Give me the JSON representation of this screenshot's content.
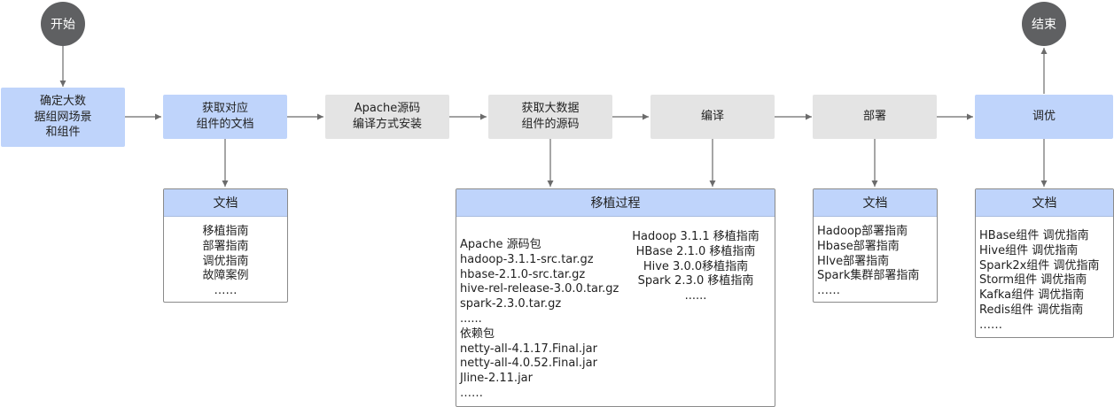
{
  "start": "开始",
  "end": "结束",
  "steps": {
    "determine": "确定大数\n据组网场景\n和组件",
    "get_docs": "获取对应\n组件的文档",
    "apache_compile": "Apache源码\n编译方式安装",
    "get_source": "获取大数据\n组件的源码",
    "compile": "编译",
    "deploy": "部署",
    "tune": "调优"
  },
  "docs_panel": {
    "title": "文档",
    "items": [
      "移植指南",
      "部署指南",
      "调优指南",
      "故障案例",
      "……"
    ]
  },
  "porting_panel": {
    "title": "移植过程",
    "left": [
      "Apache 源码包",
      "hadoop-3.1.1-src.tar.gz",
      "hbase-2.1.0-src.tar.gz",
      "hive-rel-release-3.0.0.tar.gz",
      "spark-2.3.0.tar.gz",
      "......",
      "依赖包",
      "netty-all-4.1.17.Final.jar",
      "netty-all-4.0.52.Final.jar",
      "Jline-2.11.jar",
      "……"
    ],
    "right": [
      "Hadoop 3.1.1 移植指南",
      "HBase 2.1.0 移植指南",
      "Hive 3.0.0移植指南",
      "Spark 2.3.0 移植指南",
      "......"
    ]
  },
  "deploy_panel": {
    "title": "文档",
    "items": [
      "Hadoop部署指南",
      "Hbase部署指南",
      "Hlve部署指南",
      "Spark集群部署指南",
      "……"
    ]
  },
  "tune_panel": {
    "title": "文档",
    "items": [
      "HBase组件 调优指南",
      "Hive组件 调优指南",
      "Spark2x组件 调优指南",
      "Storm组件 调优指南",
      "Kafka组件 调优指南",
      "Redis组件 调优指南",
      "……"
    ]
  }
}
